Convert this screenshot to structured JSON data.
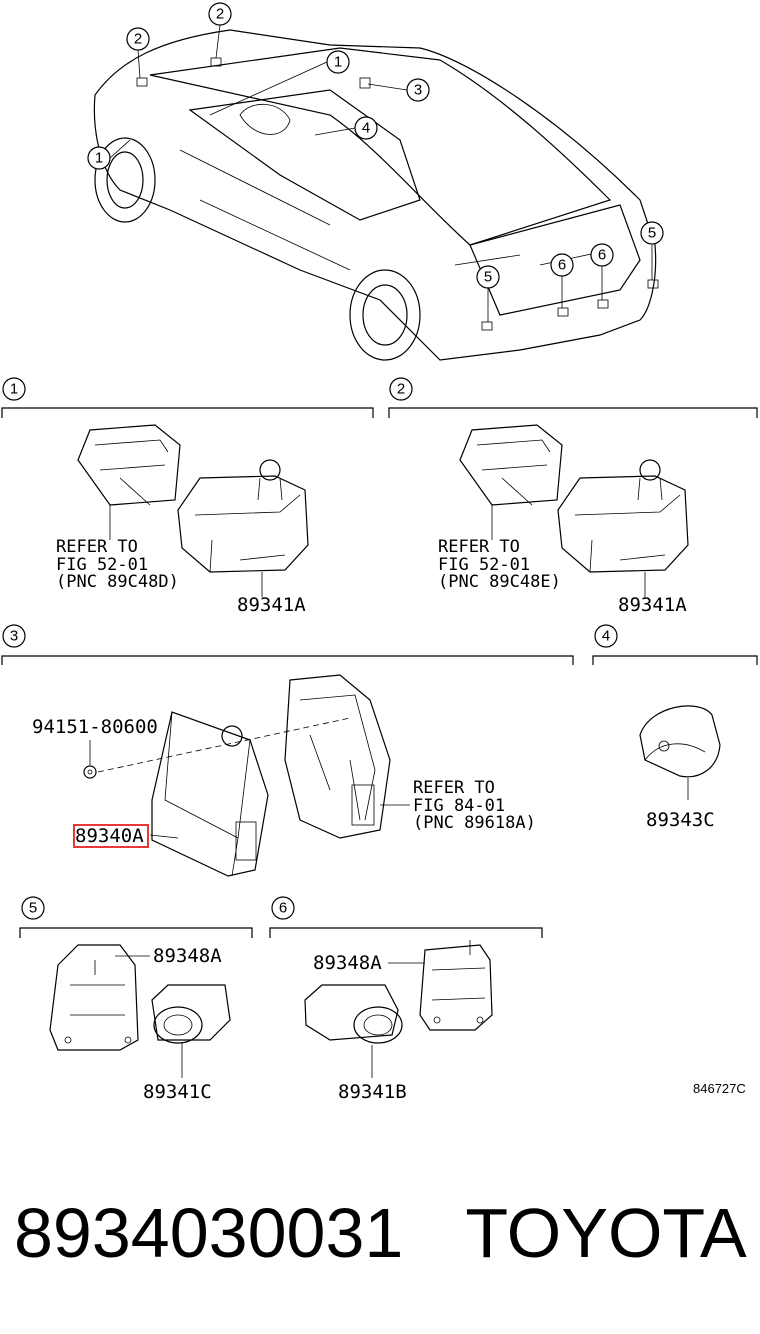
{
  "overview_callouts": [
    "1",
    "2",
    "2",
    "1",
    "3",
    "4",
    "5",
    "5",
    "6",
    "6"
  ],
  "sections": [
    {
      "num": "1",
      "refer": [
        "REFER TO",
        "FIG 52-01",
        "(PNC 89C48D)"
      ],
      "part": "89341A"
    },
    {
      "num": "2",
      "refer": [
        "REFER TO",
        "FIG 52-01",
        "(PNC 89C48E)"
      ],
      "part": "89341A"
    },
    {
      "num": "3",
      "bolt": "94151-80600",
      "part": "89340A",
      "refer": [
        "REFER TO",
        "FIG 84-01",
        "(PNC 89618A)"
      ]
    },
    {
      "num": "4",
      "part": "89343C"
    },
    {
      "num": "5",
      "bracket": "89348A",
      "part": "89341C"
    },
    {
      "num": "6",
      "bracket": "89348A",
      "part": "89341B"
    }
  ],
  "figure_ref": "846727C",
  "footer": {
    "part_number": "8934030031",
    "brand": "TOYOTA"
  },
  "highlight_color": "#e53935"
}
